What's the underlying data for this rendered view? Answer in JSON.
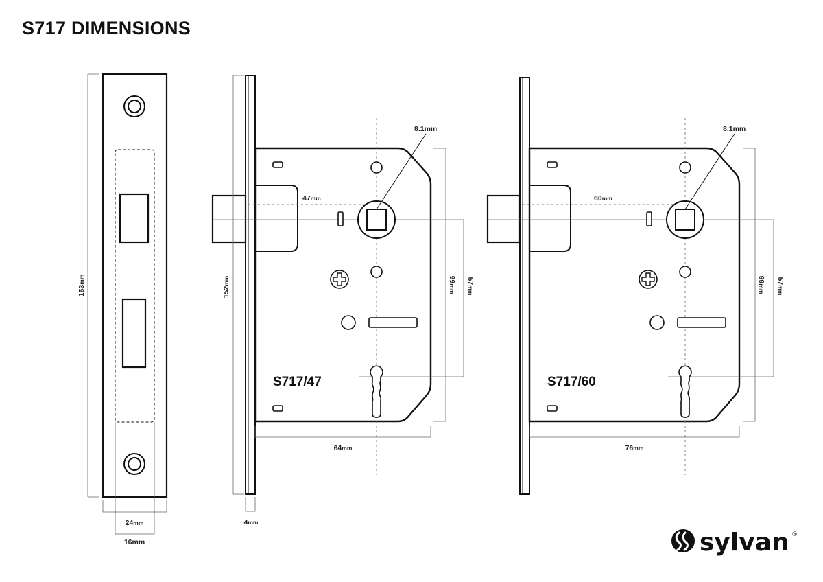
{
  "title": "S717 DIMENSIONS",
  "faceplate": {
    "height_label": "153",
    "height_unit": "mm",
    "outer_width_label": "24",
    "outer_width_unit": "mm",
    "inner_width_label": "16mm"
  },
  "lock47": {
    "model": "S717/47",
    "faceplate_height_label": "152",
    "faceplate_height_unit": "mm",
    "thickness_label": "4",
    "thickness_unit": "mm",
    "backset_label": "47",
    "backset_unit": "mm",
    "spindle_label": "8.1mm",
    "case_height_label": "99",
    "case_height_unit": "mm",
    "centres_label": "57",
    "centres_unit": "mm",
    "depth_label": "64",
    "depth_unit": "mm"
  },
  "lock60": {
    "model": "S717/60",
    "backset_label": "60",
    "backset_unit": "mm",
    "spindle_label": "8.1mm",
    "case_height_label": "99",
    "case_height_unit": "mm",
    "centres_label": "57",
    "centres_unit": "mm",
    "depth_label": "76",
    "depth_unit": "mm"
  },
  "brand": {
    "name": "sylvan",
    "registered": "®"
  }
}
